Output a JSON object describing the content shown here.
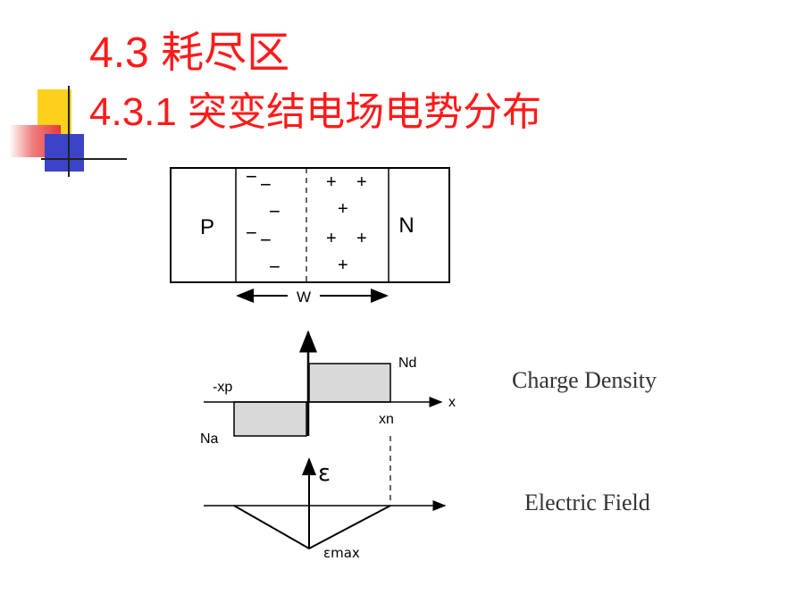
{
  "title": {
    "main": "4.3 耗尽区",
    "sub": "4.3.1 突变结电场电势分布"
  },
  "junction": {
    "p_label": "P",
    "n_label": "N",
    "minus": "−",
    "plus": "+",
    "width_label": "W"
  },
  "charge_plot": {
    "neg_x_label": "-xp",
    "pos_x_label": "xn",
    "na_label": "Na",
    "nd_label": "Nd",
    "axis_label": "x",
    "caption": "Charge Density"
  },
  "field_plot": {
    "axis_symbol": "ε",
    "max_label": "εmax",
    "caption": "Electric Field"
  },
  "colors": {
    "title": "#ff1a1a",
    "fill": "#d9d9d9",
    "ink": "#000000"
  }
}
